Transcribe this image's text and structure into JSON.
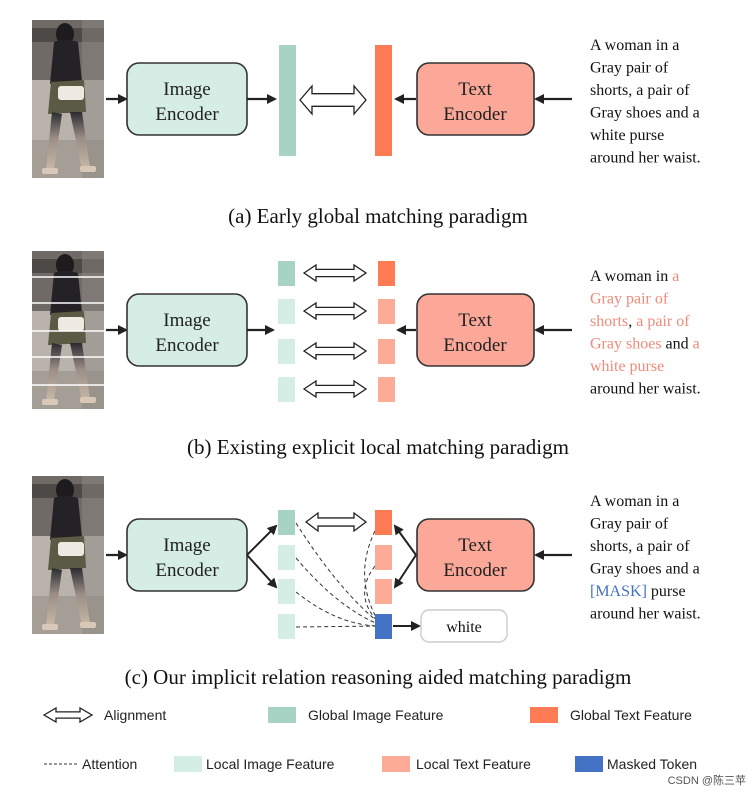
{
  "colors": {
    "global_image": "#a6d3c3",
    "local_image": "#d4ede5",
    "global_text": "#ff7b54",
    "local_text": "#fcab97",
    "masked_token": "#4472c4",
    "image_encoder_fill": "#d5ede5",
    "text_encoder_fill": "#fba898",
    "highlight_text": "#f08b7a",
    "mask_text": "#4472c4"
  },
  "panels": [
    {
      "caption": "(a) Early global matching paradigm",
      "image_encoder": [
        "Image",
        "Encoder"
      ],
      "text_encoder": [
        "Text",
        "Encoder"
      ],
      "text_lines": [
        [
          {
            "t": "A woman in a",
            "h": false
          }
        ],
        [
          {
            "t": "Gray pair of",
            "h": false
          }
        ],
        [
          {
            "t": "shorts, a pair of",
            "h": false
          }
        ],
        [
          {
            "t": "Gray shoes and a",
            "h": false
          }
        ],
        [
          {
            "t": "white purse",
            "h": false
          }
        ],
        [
          {
            "t": "around her waist.",
            "h": false
          }
        ]
      ]
    },
    {
      "caption": "(b) Existing explicit local matching paradigm",
      "image_encoder": [
        "Image",
        "Encoder"
      ],
      "text_encoder": [
        "Text",
        "Encoder"
      ],
      "text_lines": [
        [
          {
            "t": "A woman in ",
            "h": false
          },
          {
            "t": "a",
            "h": true
          }
        ],
        [
          {
            "t": "Gray pair of",
            "h": true
          }
        ],
        [
          {
            "t": "shorts",
            "h": true
          },
          {
            "t": ", ",
            "h": false
          },
          {
            "t": "a pair of",
            "h": true
          }
        ],
        [
          {
            "t": "Gray shoes",
            "h": true
          },
          {
            "t": " and ",
            "h": false
          },
          {
            "t": "a",
            "h": true
          }
        ],
        [
          {
            "t": "white purse",
            "h": true
          }
        ],
        [
          {
            "t": "around her waist.",
            "h": false
          }
        ]
      ]
    },
    {
      "caption": "(c) Our implicit relation reasoning aided matching paradigm",
      "image_encoder": [
        "Image",
        "Encoder"
      ],
      "text_encoder": [
        "Text",
        "Encoder"
      ],
      "masked_token_label": "white",
      "text_lines": [
        [
          {
            "t": "A woman in a",
            "h": false
          }
        ],
        [
          {
            "t": "Gray pair of",
            "h": false
          }
        ],
        [
          {
            "t": "shorts, a pair of",
            "h": false
          }
        ],
        [
          {
            "t": "Gray shoes and a",
            "h": false
          }
        ],
        [
          {
            "t": "[MASK]",
            "h": "mask"
          },
          {
            "t": " purse",
            "h": false
          }
        ],
        [
          {
            "t": "around her waist.",
            "h": false
          }
        ]
      ]
    }
  ],
  "legend": {
    "alignment": "Alignment",
    "global_image": "Global Image Feature",
    "global_text": "Global Text Feature",
    "attention": "Attention",
    "local_image": "Local Image Feature",
    "local_text": "Local Text Feature",
    "masked_token": "Masked Token"
  },
  "watermark": "CSDN @陈三苹"
}
